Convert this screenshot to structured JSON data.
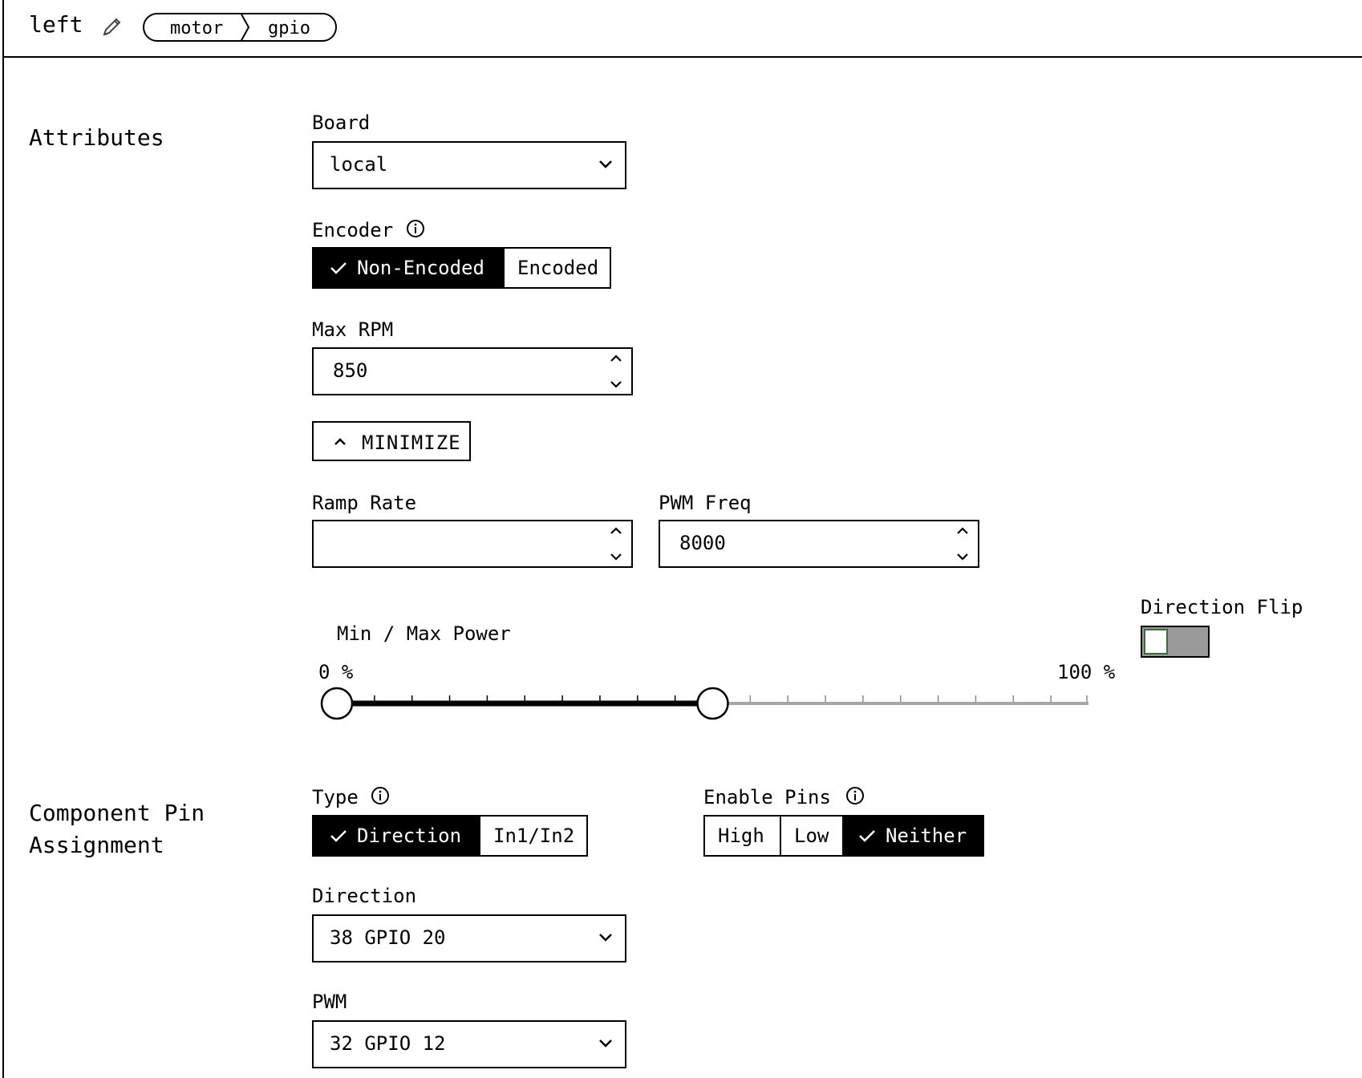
{
  "header": {
    "component_name": "left",
    "breadcrumb": [
      "motor",
      "gpio"
    ]
  },
  "attributes": {
    "section_title": "Attributes",
    "board": {
      "label": "Board",
      "value": "local"
    },
    "encoder": {
      "label": "Encoder",
      "options": [
        "Non-Encoded",
        "Encoded"
      ],
      "selected": "Non-Encoded"
    },
    "max_rpm": {
      "label": "Max RPM",
      "value": "850"
    },
    "minimize_label": "MINIMIZE",
    "ramp_rate": {
      "label": "Ramp Rate",
      "value": ""
    },
    "pwm_freq": {
      "label": "PWM Freq",
      "value": "8000"
    },
    "power": {
      "label": "Min / Max Power",
      "min_label": "0 %",
      "max_label": "100 %",
      "min_value": 0,
      "max_value": 50
    },
    "direction_flip": {
      "label": "Direction Flip",
      "enabled": false
    }
  },
  "pins": {
    "section_title_line1": "Component Pin",
    "section_title_line2": "Assignment",
    "type": {
      "label": "Type",
      "options": [
        "Direction",
        "In1/In2"
      ],
      "selected": "Direction"
    },
    "enable_pins": {
      "label": "Enable Pins",
      "options": [
        "High",
        "Low",
        "Neither"
      ],
      "selected": "Neither"
    },
    "direction": {
      "label": "Direction",
      "value": "38 GPIO 20"
    },
    "pwm": {
      "label": "PWM",
      "value": "32 GPIO 12"
    }
  },
  "colors": {
    "toggle_off": "#9a9a9a",
    "active_segment": "#000000"
  },
  "icons": [
    "pencil-icon",
    "info-icon",
    "check-icon",
    "chevron-down-icon",
    "chevron-up-icon"
  ]
}
